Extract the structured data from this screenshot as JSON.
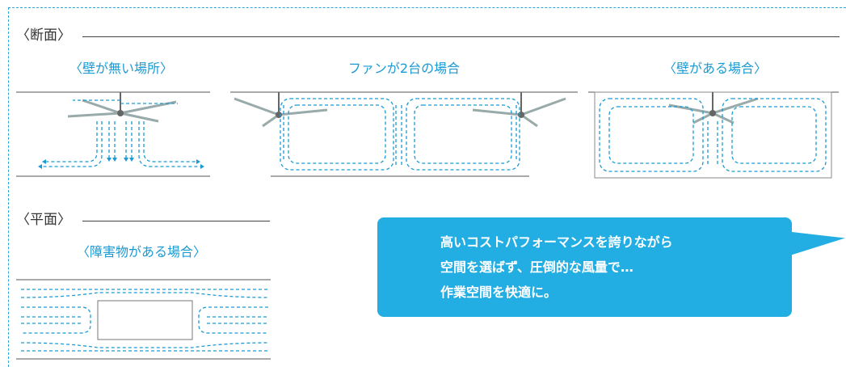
{
  "sections": {
    "cross_section_label": "〈断面〉",
    "plan_label": "〈平面〉"
  },
  "diagrams": {
    "no_wall": "〈壁が無い場所〉",
    "two_fans": "ファンが2台の場合",
    "with_wall": "〈壁がある場合〉",
    "obstacle": "〈障害物がある場合〉"
  },
  "callout": {
    "line1": "高いコストパフォーマンスを誇りながら",
    "line2": "空間を選ばず、圧倒的な風量で…",
    "line3": "作業空間を快適に。"
  },
  "colors": {
    "accent": "#22aee2",
    "arrow": "#1b9ad3",
    "line": "#555555"
  },
  "icons": [
    "ceiling-fan-icon",
    "airflow-arrow-icon"
  ]
}
